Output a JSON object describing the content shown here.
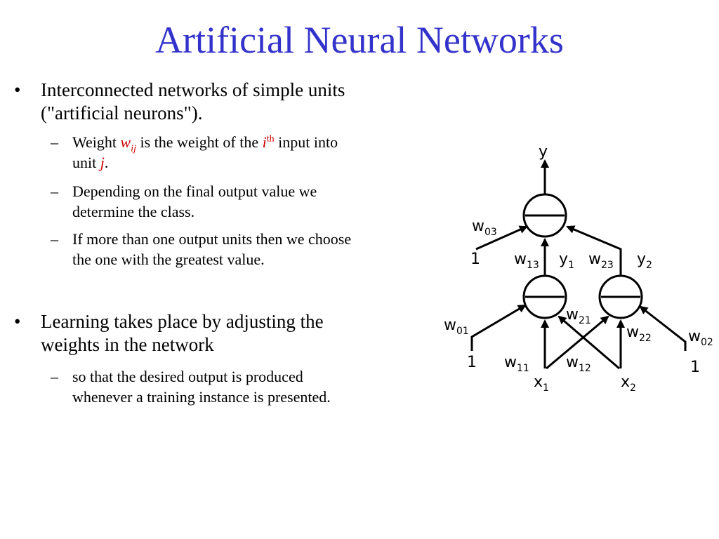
{
  "slide": {
    "title": "Artificial Neural Networks",
    "bullet_marker": "•",
    "dash_marker": "–",
    "bullets": [
      {
        "text": "Interconnected networks of simple units (\"artificial neurons\").",
        "line1": "Interconnected networks of simple units",
        "line2": "(\"artificial neurons\").",
        "subs": [
          {
            "parts": {
              "weight_word": "Weight ",
              "w": "w",
              "ij": "ij",
              "mid": " is the weight of the ",
              "i": "i",
              "th": "th",
              "after": " input into",
              "unit_word": "unit ",
              "j": "j",
              "period": "."
            }
          },
          {
            "line1": "Depending on the final output value we",
            "line2": "determine the class."
          },
          {
            "line1": "If more than one output units then we choose",
            "line2": "the one with the greatest value."
          }
        ]
      },
      {
        "line1": "Learning takes place by adjusting the",
        "line2": "weights in the network",
        "subs": [
          {
            "line1": "so that the desired output is produced",
            "line2": "whenever a training instance is presented."
          }
        ]
      }
    ]
  },
  "diagram": {
    "labels": {
      "y": "y",
      "w03": {
        "base": "w",
        "sub": "03"
      },
      "one_top": "1",
      "w13": {
        "base": "w",
        "sub": "13"
      },
      "y1": {
        "base": "y",
        "sub": "1"
      },
      "w23": {
        "base": "w",
        "sub": "23"
      },
      "y2": {
        "base": "y",
        "sub": "2"
      },
      "w01": {
        "base": "w",
        "sub": "01"
      },
      "one_left": "1",
      "w21": {
        "base": "w",
        "sub": "21"
      },
      "w22": {
        "base": "w",
        "sub": "22"
      },
      "w02": {
        "base": "w",
        "sub": "02"
      },
      "one_right": "1",
      "w11": {
        "base": "w",
        "sub": "11"
      },
      "w12": {
        "base": "w",
        "sub": "12"
      },
      "x1": {
        "base": "x",
        "sub": "1"
      },
      "x2": {
        "base": "x",
        "sub": "2"
      }
    }
  }
}
